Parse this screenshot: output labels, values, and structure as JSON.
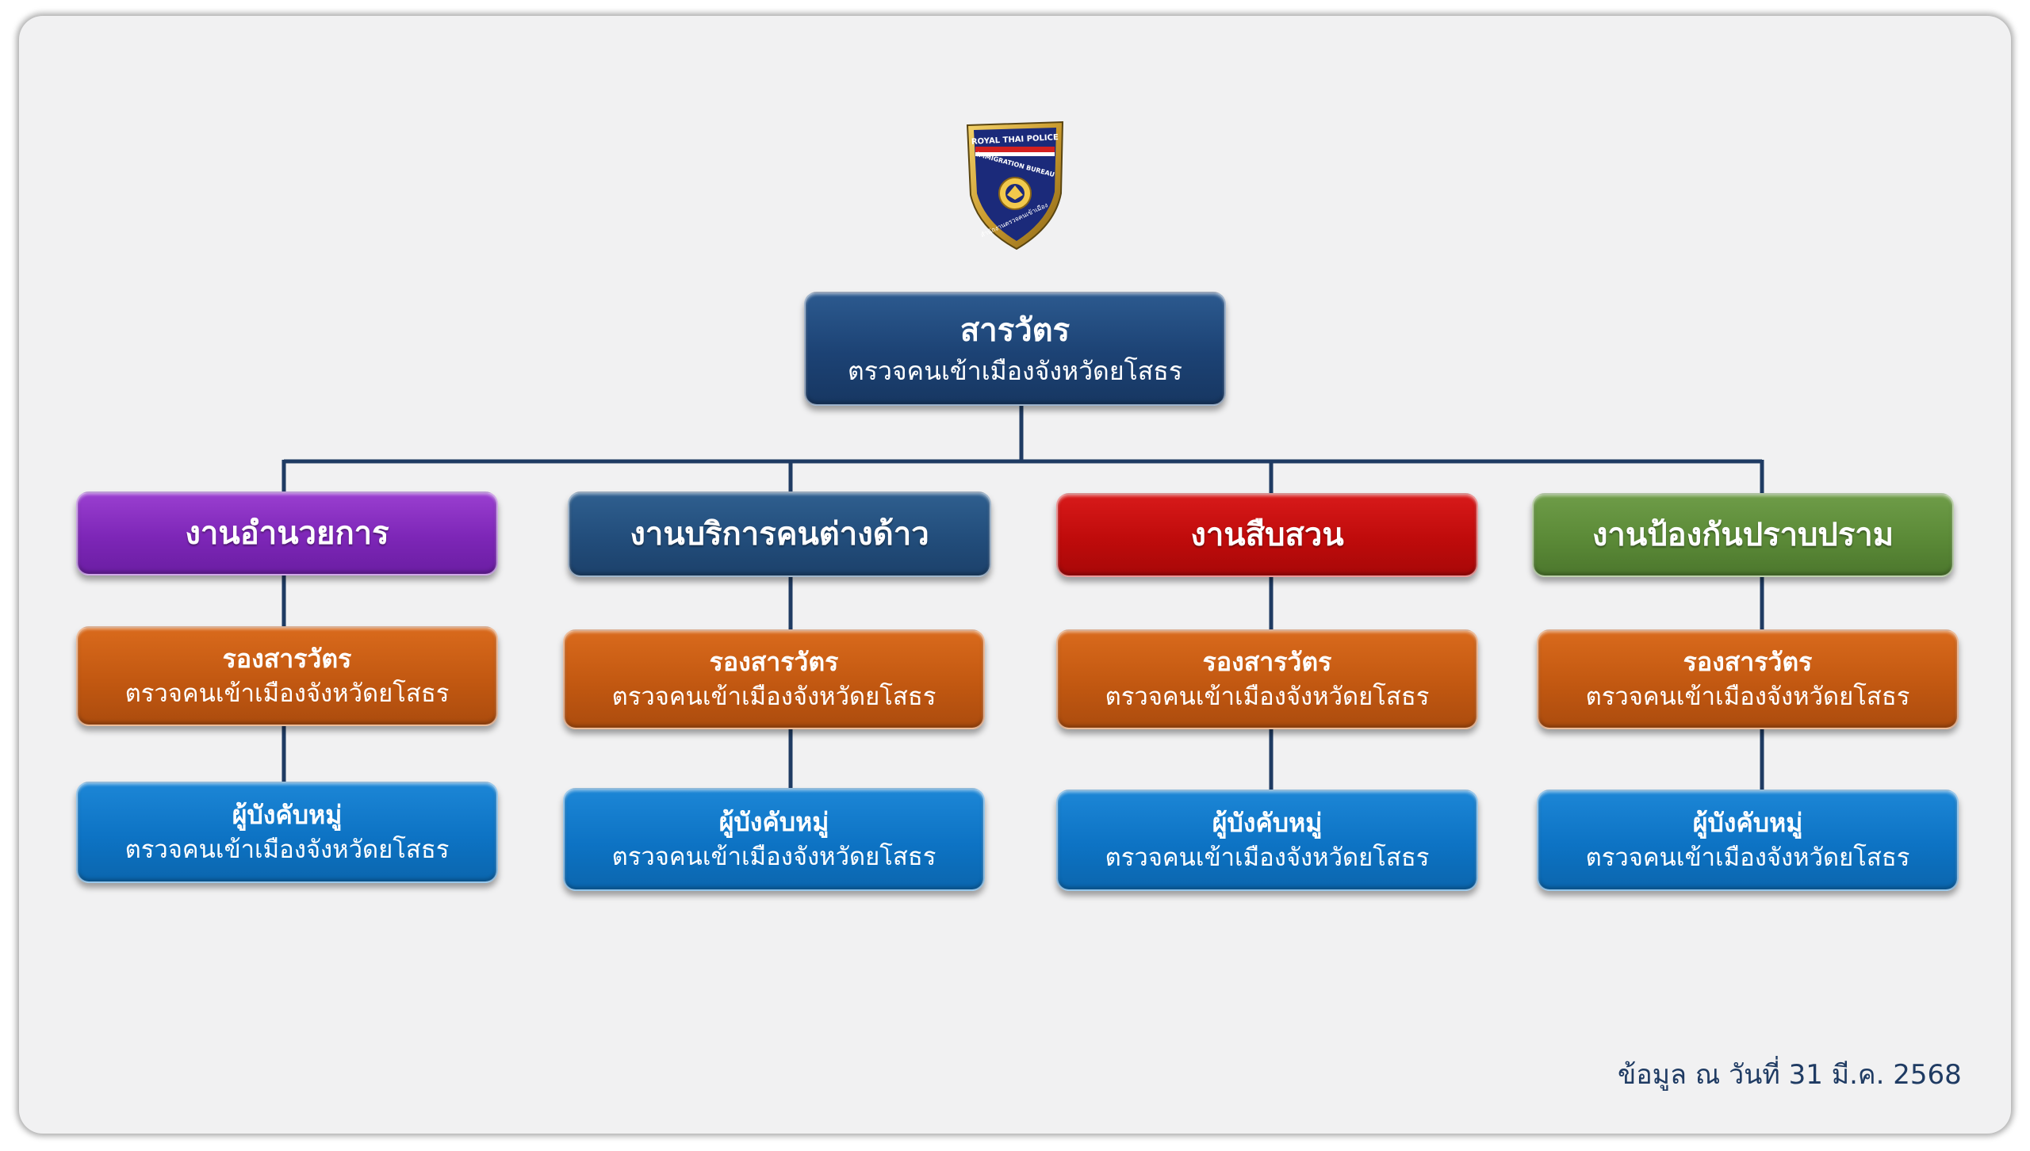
{
  "logo": {
    "top_text": "ROYAL THAI POLICE",
    "band_text": "IMMIGRATION BUREAU",
    "bottom_text": "สำนักงานตรวจคนเข้าเมือง"
  },
  "top": {
    "title": "สารวัตร",
    "subtitle": "ตรวจคนเข้าเมืองจังหวัดยโสธร"
  },
  "departments": [
    {
      "name": "งานอำนวยการ",
      "deputy": {
        "title": "รองสารวัตร",
        "subtitle": "ตรวจคนเข้าเมืองจังหวัดยโสธร"
      },
      "squad": {
        "title": "ผู้บังคับหมู่",
        "subtitle": "ตรวจคนเข้าเมืองจังหวัดยโสธร"
      }
    },
    {
      "name": "งานบริการคนต่างด้าว",
      "deputy": {
        "title": "รองสารวัตร",
        "subtitle": "ตรวจคนเข้าเมืองจังหวัดยโสธร"
      },
      "squad": {
        "title": "ผู้บังคับหมู่",
        "subtitle": "ตรวจคนเข้าเมืองจังหวัดยโสธร"
      }
    },
    {
      "name": "งานสืบสวน",
      "deputy": {
        "title": "รองสารวัตร",
        "subtitle": "ตรวจคนเข้าเมืองจังหวัดยโสธร"
      },
      "squad": {
        "title": "ผู้บังคับหมู่",
        "subtitle": "ตรวจคนเข้าเมืองจังหวัดยโสธร"
      }
    },
    {
      "name": "งานป้องกันปราบปราม",
      "deputy": {
        "title": "รองสารวัตร",
        "subtitle": "ตรวจคนเข้าเมืองจังหวัดยโสธร"
      },
      "squad": {
        "title": "ผู้บังคับหมู่",
        "subtitle": "ตรวจคนเข้าเมืองจังหวัดยโสธร"
      }
    }
  ],
  "footnote": "ข้อมูล ณ วันที่ 31 มี.ค. 2568",
  "colors": {
    "connector": "#1f3b63",
    "top_box": "#1c4274",
    "dept_1": "#7d26b7",
    "dept_2": "#224d7b",
    "dept_3": "#bf0b0b",
    "dept_4": "#5b8a37",
    "deputy_box": "#c25811",
    "squad_box": "#0d73c4"
  }
}
